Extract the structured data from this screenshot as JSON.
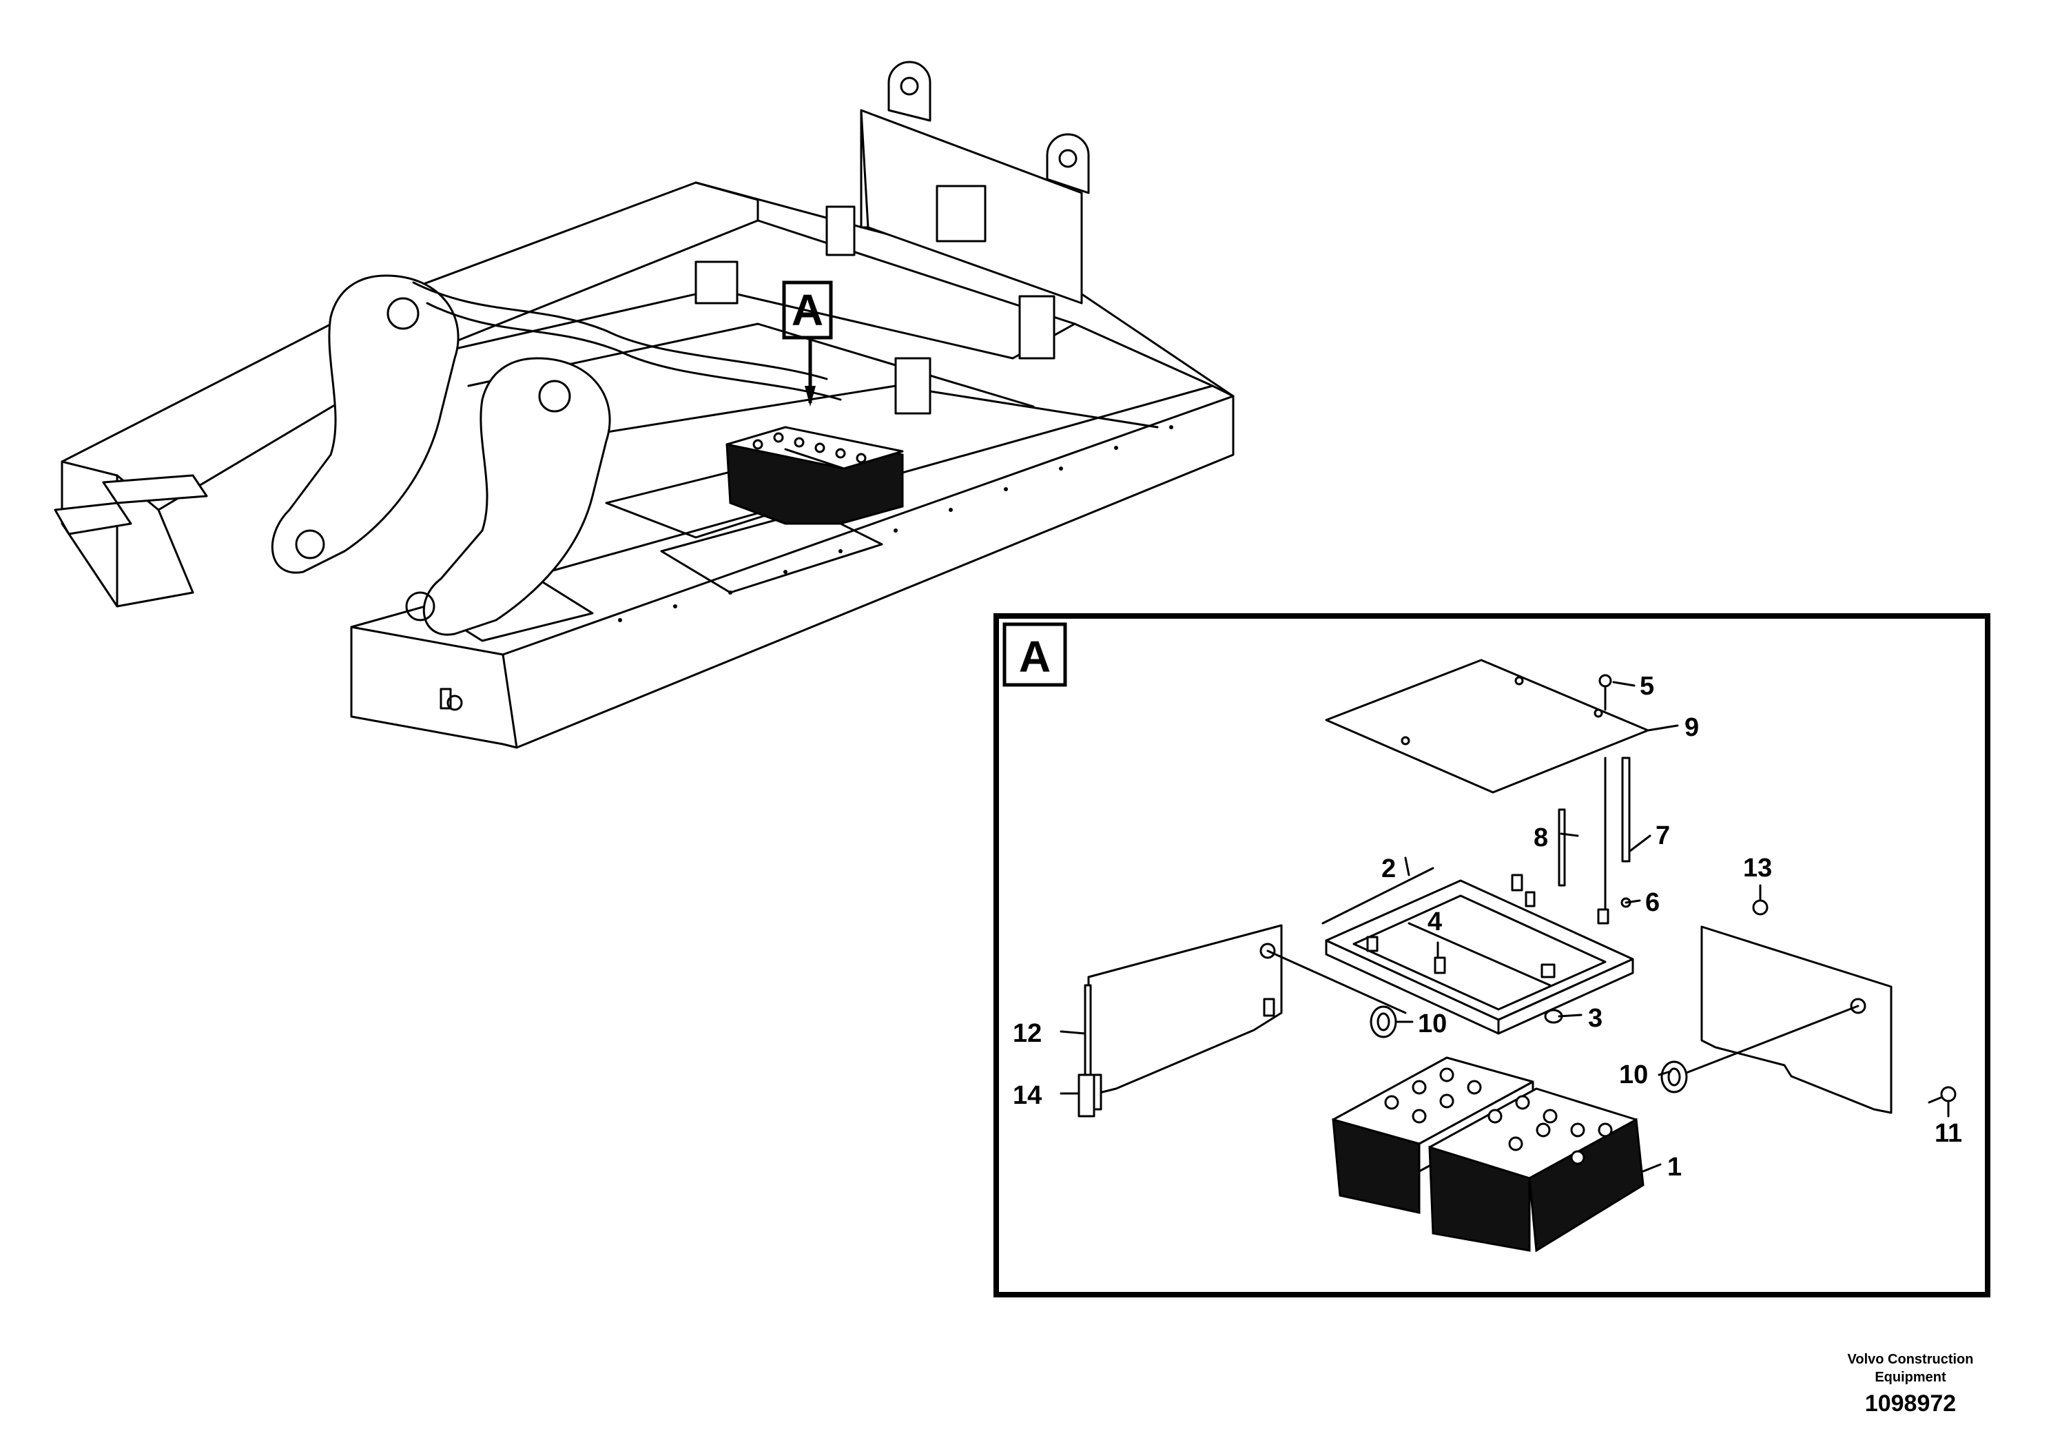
{
  "diagram": {
    "overview_marker": "A",
    "detail_marker": "A",
    "callouts": [
      {
        "label": "1"
      },
      {
        "label": "2"
      },
      {
        "label": "3"
      },
      {
        "label": "4"
      },
      {
        "label": "5"
      },
      {
        "label": "6"
      },
      {
        "label": "7"
      },
      {
        "label": "8"
      },
      {
        "label": "9"
      },
      {
        "label": "10"
      },
      {
        "label": "10"
      },
      {
        "label": "11"
      },
      {
        "label": "12"
      },
      {
        "label": "13"
      },
      {
        "label": "14"
      }
    ]
  },
  "footer": {
    "company": "Volvo Construction Equipment",
    "document_number": "1098972"
  }
}
